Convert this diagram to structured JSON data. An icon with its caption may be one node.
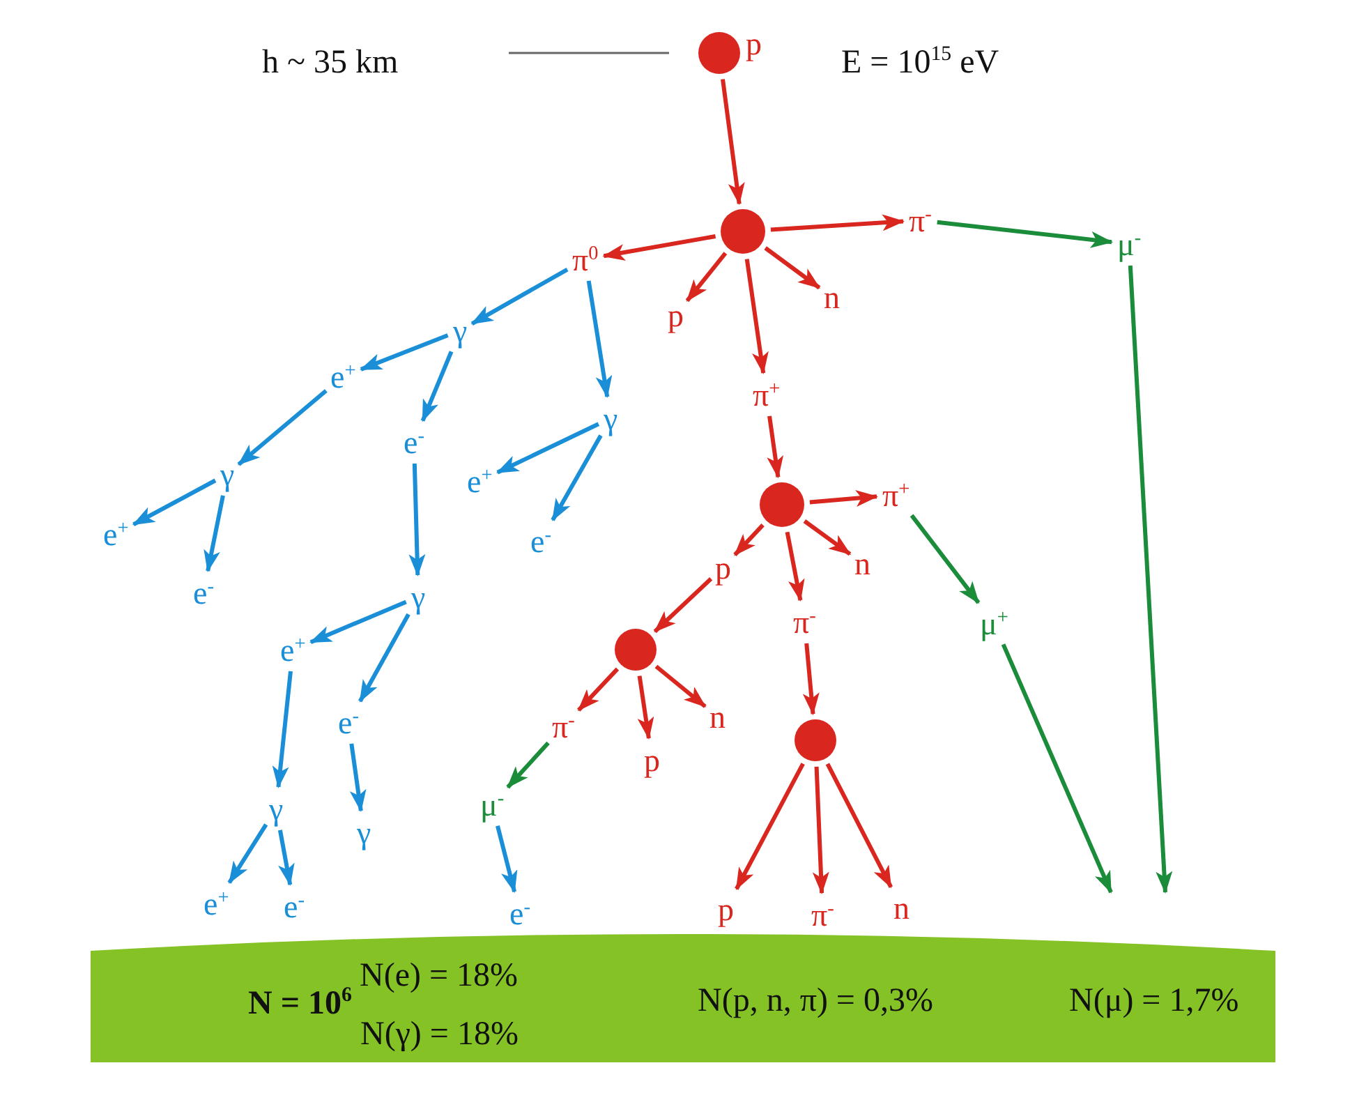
{
  "diagram": {
    "nodes": [
      {
        "text": [],
        "shape": "circle",
        "beside": [
          "p"
        ]
      },
      {
        "text": [],
        "shape": "circle"
      },
      {
        "text": [
          "π$^{-}$"
        ]
      },
      {
        "text": [
          "μ$^{-}$"
        ]
      },
      {
        "text": [
          "π$^{0}$"
        ]
      },
      {
        "text": [
          "p"
        ]
      },
      {
        "text": [
          "n"
        ]
      },
      {
        "text": [
          "π$^{+}$"
        ]
      },
      {
        "text": [],
        "shape": "circle"
      },
      {
        "text": [
          "π$^{+}$"
        ]
      },
      {
        "text": [
          "p"
        ]
      },
      {
        "text": [
          "n"
        ]
      },
      {
        "text": [
          "π$^{-}$"
        ]
      },
      {
        "text": [
          "μ$^{+}$"
        ]
      },
      {
        "text": [],
        "shape": "circle"
      },
      {
        "text": [
          "π$^{-}$"
        ]
      },
      {
        "text": [
          "p"
        ]
      },
      {
        "text": [
          "n"
        ]
      },
      {
        "text": [],
        "shape": "circle"
      },
      {
        "text": [
          "μ$^{-}$"
        ]
      },
      {
        "text": [
          "e$^{-}$"
        ]
      },
      {
        "text": [
          "p"
        ]
      },
      {
        "text": [
          "π$^{-}$"
        ]
      },
      {
        "text": [
          "n"
        ]
      },
      {
        "text": [
          "γ"
        ]
      },
      {
        "text": [
          "γ"
        ]
      },
      {
        "text": [
          "e$^{+}$"
        ]
      },
      {
        "text": [
          "e$^{-}$"
        ]
      },
      {
        "text": [
          "γ"
        ]
      },
      {
        "text": [
          "e$^{+}$"
        ]
      },
      {
        "text": [
          "e$^{-}$"
        ]
      },
      {
        "text": [
          "e$^{+}$"
        ]
      },
      {
        "text": [
          "e$^{-}$"
        ]
      },
      {
        "text": [
          "γ"
        ]
      },
      {
        "text": [
          "e$^{+}$"
        ]
      },
      {
        "text": [
          "e$^{-}$"
        ]
      },
      {
        "text": [
          "γ"
        ]
      },
      {
        "text": [
          "γ"
        ]
      },
      {
        "text": [
          "e$^{+}$"
        ]
      },
      {
        "text": [
          "e$^{-}$"
        ]
      },
      {
        "text": [
          "N = 10$^{6}$",
          "N(e) = 18%",
          "N(γ) = 18%",
          "N(p, n, π) = 0,3%",
          "N(μ) = 1,7%"
        ]
      }
    ],
    "edges": [
      {
        "from": 0,
        "to": 1,
        "arrow": "to"
      },
      {
        "from": 1,
        "to": 2,
        "arrow": "to"
      },
      {
        "from": 2,
        "to": 3,
        "arrow": "to",
        "color": "#1a8c3a"
      },
      {
        "from": 3,
        "to": null,
        "arrow": "to",
        "color": "#1a8c3a"
      },
      {
        "from": 1,
        "to": 4,
        "arrow": "to"
      },
      {
        "from": 1,
        "to": 5,
        "arrow": "to"
      },
      {
        "from": 1,
        "to": 6,
        "arrow": "to"
      },
      {
        "from": 1,
        "to": 7,
        "arrow": "to"
      },
      {
        "from": 4,
        "to": 24,
        "arrow": "to",
        "color": "#1a8fd8"
      },
      {
        "from": 4,
        "to": 25,
        "arrow": "to",
        "color": "#1a8fd8"
      },
      {
        "from": 24,
        "to": 26,
        "arrow": "to",
        "color": "#1a8fd8"
      },
      {
        "from": 24,
        "to": 27,
        "arrow": "to",
        "color": "#1a8fd8"
      },
      {
        "from": 26,
        "to": 28,
        "arrow": "to",
        "color": "#1a8fd8"
      },
      {
        "from": 28,
        "to": 31,
        "arrow": "to",
        "color": "#1a8fd8"
      },
      {
        "from": 28,
        "to": 32,
        "arrow": "to",
        "color": "#1a8fd8"
      },
      {
        "from": 27,
        "to": 33,
        "arrow": "to",
        "color": "#1a8fd8"
      },
      {
        "from": 33,
        "to": 34,
        "arrow": "to",
        "color": "#1a8fd8"
      },
      {
        "from": 33,
        "to": 35,
        "arrow": "to",
        "color": "#1a8fd8"
      },
      {
        "from": 34,
        "to": 36,
        "arrow": "to",
        "color": "#1a8fd8"
      },
      {
        "from": 35,
        "to": 37,
        "arrow": "to",
        "color": "#1a8fd8"
      },
      {
        "from": 36,
        "to": 38,
        "arrow": "to",
        "color": "#1a8fd8"
      },
      {
        "from": 36,
        "to": 39,
        "arrow": "to",
        "color": "#1a8fd8"
      },
      {
        "from": 25,
        "to": 29,
        "arrow": "to",
        "color": "#1a8fd8"
      },
      {
        "from": 25,
        "to": 30,
        "arrow": "to",
        "color": "#1a8fd8"
      },
      {
        "from": 7,
        "to": 8,
        "arrow": "to"
      },
      {
        "from": 8,
        "to": 9,
        "arrow": "to"
      },
      {
        "from": 8,
        "to": 10,
        "arrow": "to"
      },
      {
        "from": 8,
        "to": 11,
        "arrow": "to"
      },
      {
        "from": 8,
        "to": 12,
        "arrow": "to"
      },
      {
        "from": 9,
        "to": 13,
        "arrow": "to",
        "color": "#1a8c3a"
      },
      {
        "from": 13,
        "to": null,
        "arrow": "to",
        "color": "#1a8c3a"
      },
      {
        "from": 10,
        "to": 14,
        "arrow": "to"
      },
      {
        "from": 14,
        "to": 15,
        "arrow": "to"
      },
      {
        "from": 14,
        "to": 16,
        "arrow": "to"
      },
      {
        "from": 14,
        "to": 17,
        "arrow": "to"
      },
      {
        "from": 15,
        "to": 19,
        "arrow": "to",
        "color": "#1a8c3a"
      },
      {
        "from": 19,
        "to": 20,
        "arrow": "to",
        "color": "#1a8fd8"
      },
      {
        "from": 12,
        "to": 18,
        "arrow": "to"
      },
      {
        "from": 18,
        "to": 21,
        "arrow": "to"
      },
      {
        "from": 18,
        "to": 22,
        "arrow": "to"
      },
      {
        "from": 18,
        "to": 23,
        "arrow": "to"
      }
    ],
    "labels": [
      "h ~ 35 km",
      "E = 10$^{15}$ eV"
    ]
  }
}
